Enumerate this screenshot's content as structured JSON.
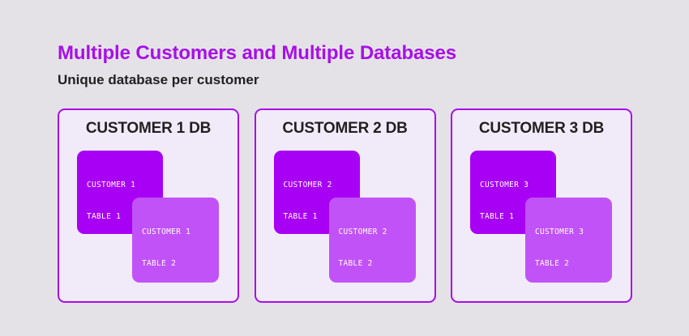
{
  "page": {
    "background_color": "#e4e2e7",
    "title": "Multiple Customers and Multiple Databases",
    "title_color": "#a80fe8",
    "subtitle": "Unique database per customer",
    "subtitle_color": "#231f20"
  },
  "theme": {
    "card_background": "#f1ebf9",
    "card_border": "#a80fe8",
    "table_primary": "#a800f5",
    "table_secondary": "#c152f8",
    "table_text": "#ffffff"
  },
  "cards": [
    {
      "title": "CUSTOMER 1 DB",
      "tables": [
        {
          "line1": "CUSTOMER 1",
          "line2": "TABLE 1",
          "shade": "primary"
        },
        {
          "line1": "CUSTOMER 1",
          "line2": "TABLE 2",
          "shade": "secondary"
        }
      ]
    },
    {
      "title": "CUSTOMER 2 DB",
      "tables": [
        {
          "line1": "CUSTOMER 2",
          "line2": "TABLE 1",
          "shade": "primary"
        },
        {
          "line1": "CUSTOMER 2",
          "line2": "TABLE 2",
          "shade": "secondary"
        }
      ]
    },
    {
      "title": "CUSTOMER 3 DB",
      "tables": [
        {
          "line1": "CUSTOMER 3",
          "line2": "TABLE 1",
          "shade": "primary"
        },
        {
          "line1": "CUSTOMER 3",
          "line2": "TABLE 2",
          "shade": "secondary"
        }
      ]
    }
  ]
}
